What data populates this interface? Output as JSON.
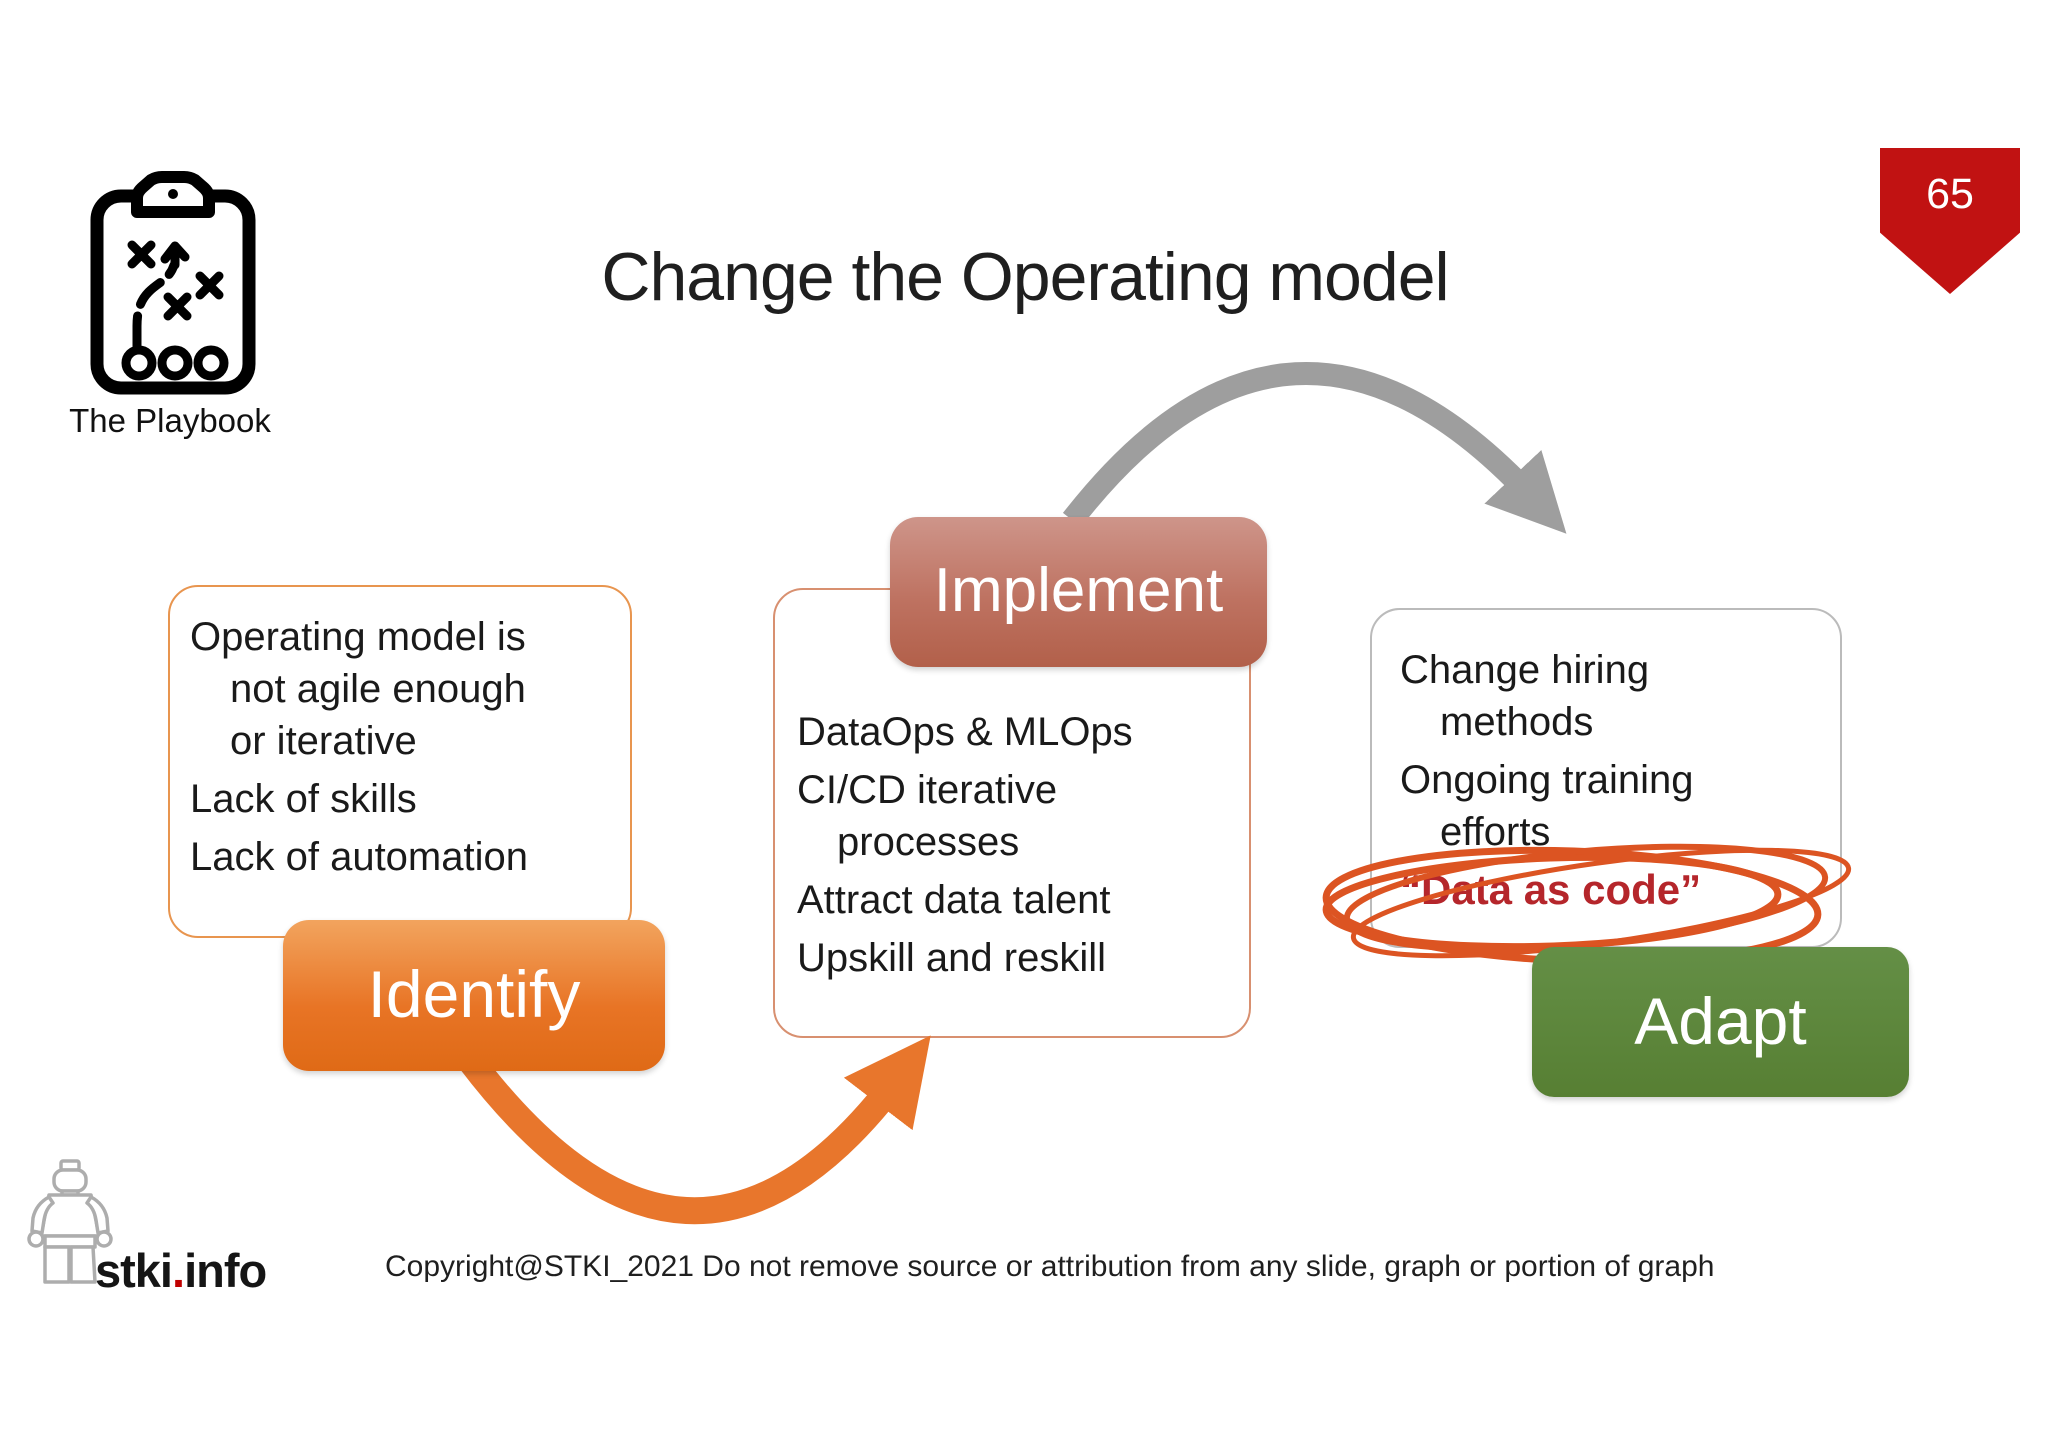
{
  "slide": {
    "title": "Change the Operating model",
    "page_number": "65",
    "playbook_label": "The Playbook",
    "copyright": "Copyright@STKI_2021 Do not remove source or attribution from any slide, graph or portion of graph"
  },
  "logo": {
    "part1": "stki",
    "dot": ".",
    "part2": "info"
  },
  "stages": {
    "identify": "Identify",
    "implement": "Implement",
    "adapt": "Adapt"
  },
  "boxes": {
    "identify": {
      "lines": [
        "Operating model is",
        "not agile enough",
        "or iterative",
        "Lack of skills",
        "Lack of automation"
      ]
    },
    "implement": {
      "lines": [
        "DataOps & MLOps",
        "CI/CD iterative",
        "processes",
        "Attract data talent",
        "Upskill and reskill"
      ]
    },
    "adapt": {
      "lines": [
        "Change hiring",
        "methods",
        "Ongoing training",
        "efforts"
      ],
      "highlight": "“Data as code”"
    }
  },
  "icons": {
    "playbook": "playbook-clipboard-icon",
    "logo_figure": "lego-figure-icon",
    "page_badge": "pennant-badge",
    "forward_arrow": "gray-curved-arrow",
    "return_arrow": "orange-curved-arrow",
    "annotation": "hand-drawn-ellipse"
  },
  "colors": {
    "identify_orange": "#E87425",
    "implement_salmon": "#BE7261",
    "adapt_green": "#5D8C3E",
    "badge_red": "#C11212",
    "gray_arrow": "#9E9E9E",
    "orange_arrow": "#E8762C",
    "annotation_orange": "#DC5422",
    "highlight_red": "#B5262B"
  }
}
